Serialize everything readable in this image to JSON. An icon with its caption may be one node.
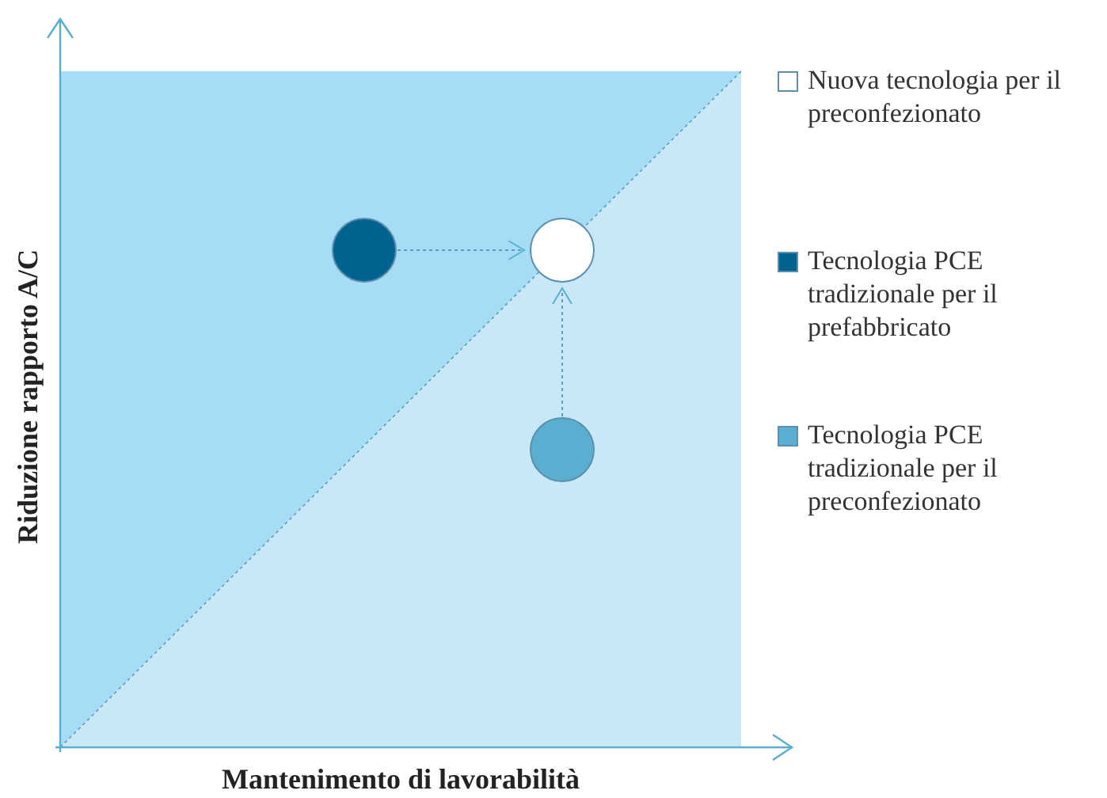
{
  "diagram": {
    "nodes": [
      {
        "text": [],
        "shape": "circle"
      },
      {
        "text": [],
        "shape": "circle"
      },
      {
        "text": [],
        "shape": "circle"
      }
    ],
    "edges": [
      {
        "from": 0,
        "to": 1,
        "arrow": "to",
        "style": "dashed"
      },
      {
        "from": 2,
        "to": 1,
        "arrow": "to",
        "style": "dashed"
      }
    ],
    "labels": [
      "Riduzione rapporto A/C",
      "Mantenimento di lavorabilità"
    ],
    "legend": [
      {
        "text": "Nuova tecnologia per il preconfezionato",
        "color": "#ffffff"
      },
      {
        "text": "Tecnologia PCE tradizionale per il prefabbricato",
        "color": "#00628f"
      },
      {
        "text": "Tecnologia PCE tradizionale per il preconfezionato",
        "color": "#5aafd1"
      }
    ]
  }
}
